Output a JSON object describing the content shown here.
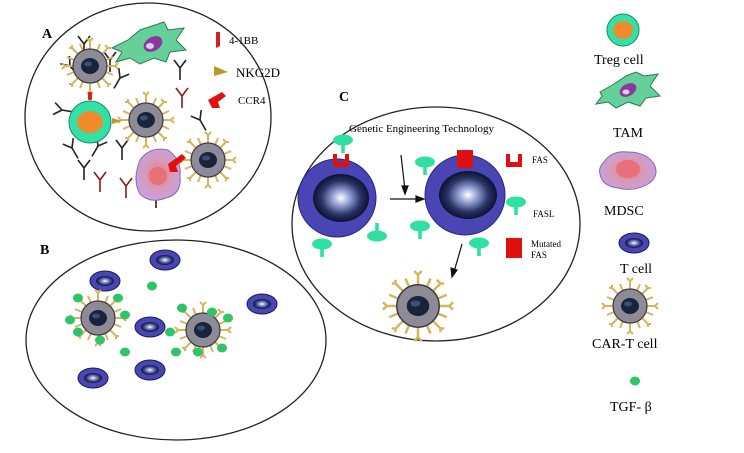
{
  "panels": {
    "a": {
      "letter": "A",
      "key_4_1bb": "4-1BB",
      "key_nkg2d": "NKG2D",
      "key_ccr4": "CCR4"
    },
    "b": {
      "letter": "B"
    },
    "c": {
      "letter": "C",
      "title": "Genetic Engineering Technology",
      "fas": "FAS",
      "fasl": "FASL",
      "mutated_fas_line1": "Mutated",
      "mutated_fas_line2": "FAS"
    }
  },
  "legend": {
    "treg": "Treg cell",
    "tam": "TAM",
    "mdsc": "MDSC",
    "tcell": "T cell",
    "cart": "CAR-T cell",
    "tgfb": "TGF- β"
  },
  "colors": {
    "tcell_outer": "#4a45b5",
    "tcell_inner": "#1b2450",
    "treg_outer": "#33e0a6",
    "treg_inner": "#f08a2a",
    "cart_body": "#8f8a98",
    "cart_nucleus": "#18243c",
    "receptor": "#d9b55a",
    "tam": "#66d09a",
    "mdsc": "#c9a0dc",
    "tgfb": "#2fc468",
    "fas": "#e01010",
    "fasl": "#2fe0a0"
  }
}
